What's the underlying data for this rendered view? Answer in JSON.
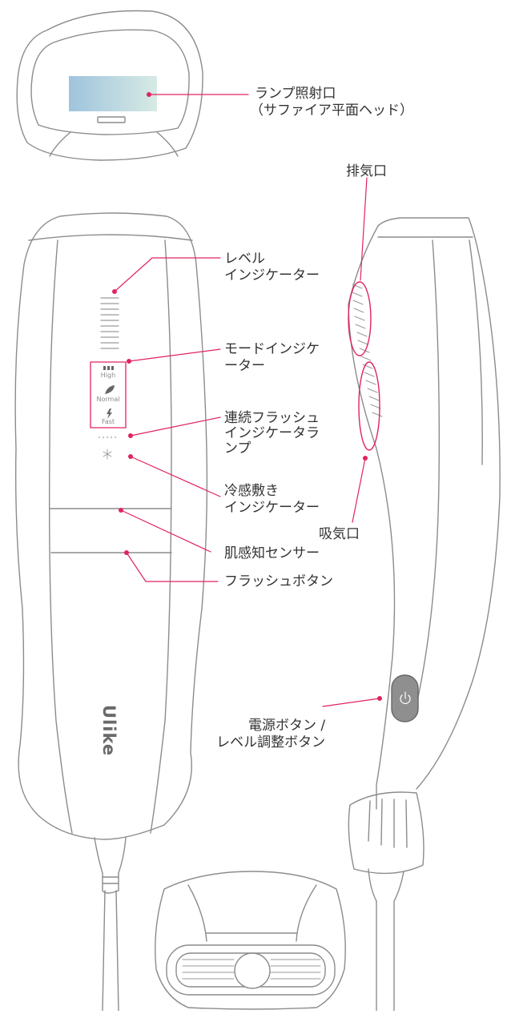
{
  "colors": {
    "outline": "#8c8c8c",
    "accent": "#e0245e",
    "text": "#333333",
    "window_gradient_start": "#9fc4dd",
    "window_gradient_end": "#d7eae4",
    "power_button": "#8f8f8f"
  },
  "labels": {
    "lamp_port_1": "ランプ照射口",
    "lamp_port_2": "（サファイア平面ヘッド）",
    "exhaust": "排気口",
    "level_ind_1": "レベル",
    "level_ind_2": "インジケーター",
    "mode_ind_1": "モードインジケ",
    "mode_ind_2": "ーター",
    "flash_ind_1": "連続フラッシュ",
    "flash_ind_2": "インジケータラ",
    "flash_ind_3": "ンプ",
    "cool_1": "冷感敷き",
    "cool_2": "インジケーター",
    "intake": "吸気口",
    "skin_sensor": "肌感知センサー",
    "flash_button": "フラッシュボタン",
    "power_1": "電源ボタン /",
    "power_2": "レベル調整ボタン"
  },
  "device": {
    "mode_high": "High",
    "mode_normal": "Normal",
    "mode_fast": "Fast",
    "brand": "Ulike"
  },
  "icons": {
    "high": "bars-icon",
    "normal": "leaf-icon",
    "fast": "lightning-icon",
    "cool": "snowflake-icon",
    "power": "power-icon"
  }
}
